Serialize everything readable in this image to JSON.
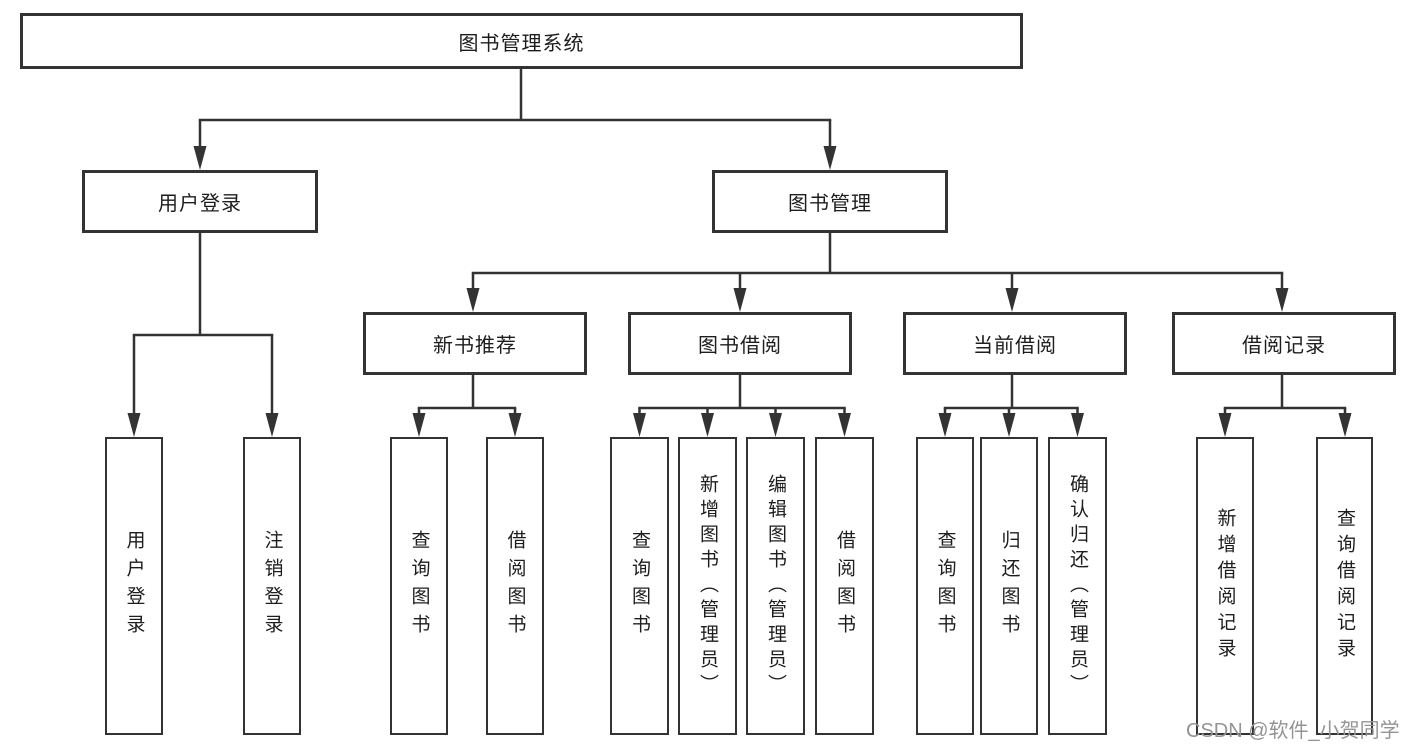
{
  "diagram": {
    "root": {
      "label": "图书管理系统"
    },
    "branches": [
      {
        "label": "用户登录",
        "leaves": [
          {
            "label": "用户登录"
          },
          {
            "label": "注销登录"
          }
        ]
      },
      {
        "label": "图书管理",
        "groups": [
          {
            "label": "新书推荐",
            "leaves": [
              {
                "label": "查询图书"
              },
              {
                "label": "借阅图书"
              }
            ]
          },
          {
            "label": "图书借阅",
            "leaves": [
              {
                "label": "查询图书"
              },
              {
                "label": "新增图书（管理员）"
              },
              {
                "label": "编辑图书（管理员）"
              },
              {
                "label": "借阅图书"
              }
            ]
          },
          {
            "label": "当前借阅",
            "leaves": [
              {
                "label": "查询图书"
              },
              {
                "label": "归还图书"
              },
              {
                "label": "确认归还（管理员）"
              }
            ]
          },
          {
            "label": "借阅记录",
            "leaves": [
              {
                "label": "新增借阅记录"
              },
              {
                "label": "查询借阅记录"
              }
            ]
          }
        ]
      }
    ]
  },
  "watermark": {
    "text": "CSDN @软件_小贺同学",
    "color": "#949494"
  },
  "colors": {
    "line": "#333333",
    "box_border": "#333333",
    "text": "#1d1d1d",
    "background": "#ffffff"
  }
}
